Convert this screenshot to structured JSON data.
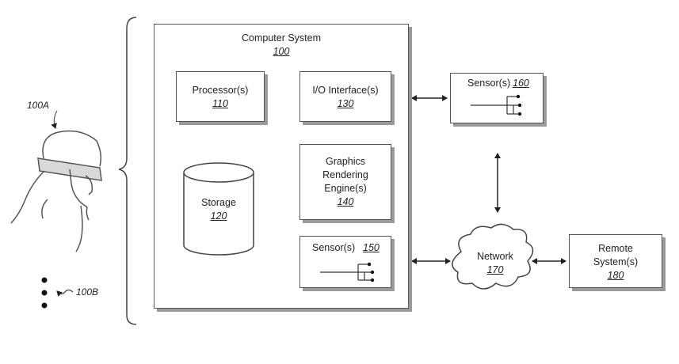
{
  "system": {
    "title": "Computer System",
    "number": "100"
  },
  "processor": {
    "title": "Processor(s)",
    "number": "110"
  },
  "io": {
    "title": "I/O Interface(s)",
    "number": "130"
  },
  "storage": {
    "title": "Storage",
    "number": "120"
  },
  "gpu": {
    "line1": "Graphics",
    "line2": "Rendering",
    "line3": "Engine(s)",
    "number": "140"
  },
  "sensor150": {
    "title": "Sensor(s)",
    "number": "150"
  },
  "sensor160": {
    "title": "Sensor(s)",
    "number": "160"
  },
  "network": {
    "title": "Network",
    "number": "170"
  },
  "remote": {
    "line1": "Remote",
    "line2": "System(s)",
    "number": "180"
  },
  "device_a": {
    "label": "100A"
  },
  "device_b": {
    "label": "100B"
  }
}
